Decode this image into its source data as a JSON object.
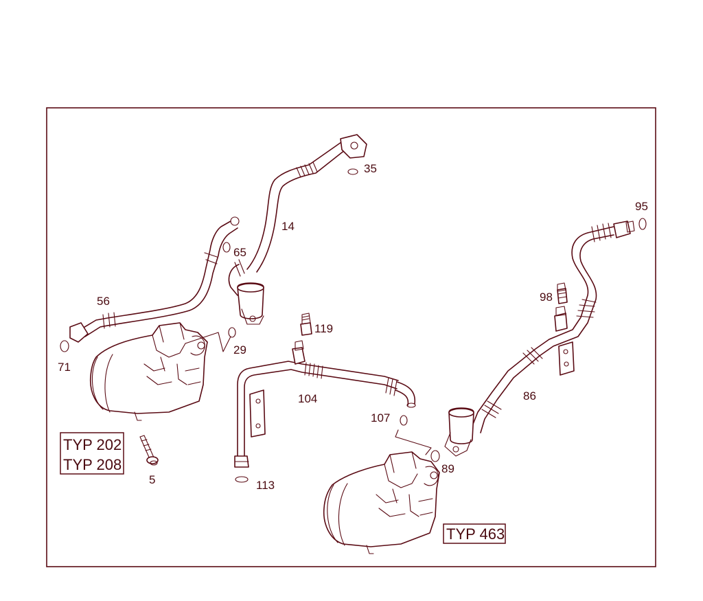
{
  "colors": {
    "line": "#5a0b14",
    "text": "#4a0a10",
    "background": "#ffffff"
  },
  "type_boxes": {
    "left_line1": "TYP 202",
    "left_line2": "TYP 208",
    "right": "TYP 463"
  },
  "callouts": [
    {
      "id": "35",
      "text": "35"
    },
    {
      "id": "14",
      "text": "14"
    },
    {
      "id": "65",
      "text": "65"
    },
    {
      "id": "56",
      "text": "56"
    },
    {
      "id": "71",
      "text": "71"
    },
    {
      "id": "29",
      "text": "29"
    },
    {
      "id": "5",
      "text": "5"
    },
    {
      "id": "119",
      "text": "119"
    },
    {
      "id": "104",
      "text": "104"
    },
    {
      "id": "113",
      "text": "113"
    },
    {
      "id": "107",
      "text": "107"
    },
    {
      "id": "89",
      "text": "89"
    },
    {
      "id": "86",
      "text": "86"
    },
    {
      "id": "98",
      "text": "98"
    },
    {
      "id": "95",
      "text": "95"
    }
  ]
}
